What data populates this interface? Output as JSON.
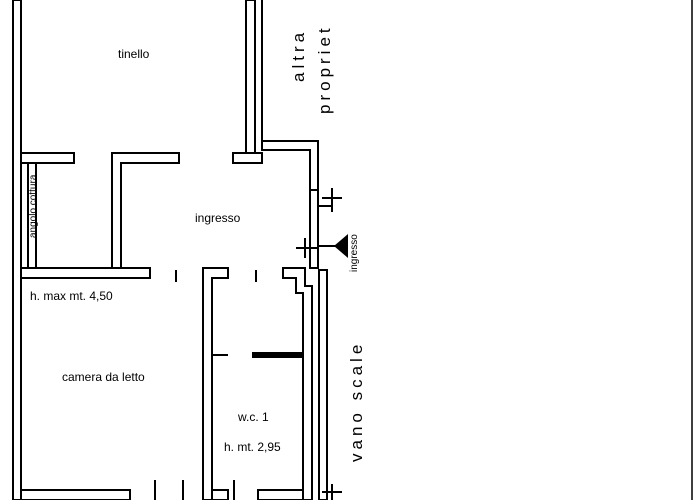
{
  "rooms": {
    "tinello": "tinello",
    "ingresso": "ingresso",
    "camera": "camera da letto",
    "wc": "w.c. 1",
    "angolo_cottura": "angolo cottura"
  },
  "annotations": {
    "height_max": "h. max mt. 4,50",
    "height_wc": "h. mt. 2,95",
    "entrance": "ingresso"
  },
  "outside": {
    "altra": "altra",
    "proprieta": "propriet",
    "vano_scale": "vano scale"
  },
  "colors": {
    "walls": "#000000",
    "background": "#ffffff"
  },
  "icons": [
    "entrance-arrow-icon"
  ]
}
